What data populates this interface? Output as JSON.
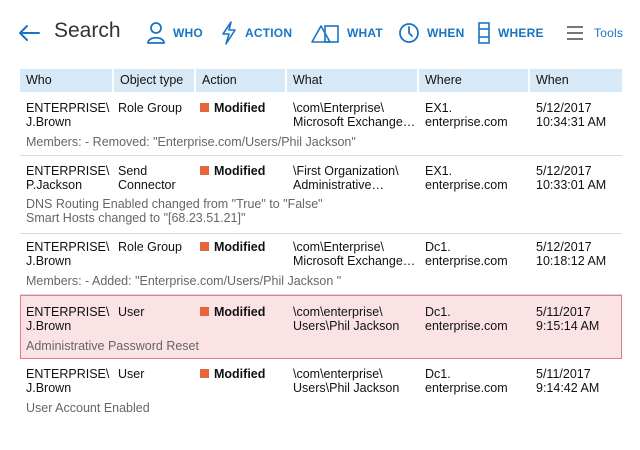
{
  "toolbar": {
    "title": "Search",
    "who": "WHO",
    "action": "ACTION",
    "what": "WHAT",
    "when": "WHEN",
    "where": "WHERE",
    "tools": "Tools"
  },
  "colors": {
    "accent": "#1a74c4",
    "header_bg": "#d7e9f7",
    "modified": "#e8643a",
    "selected_bg": "#fbe2e4",
    "selected_border": "#e57b86"
  },
  "columns": [
    "Who",
    "Object type",
    "Action",
    "What",
    "Where",
    "When"
  ],
  "rows": [
    {
      "who": "ENTERPRISE\\\nJ.Brown",
      "type": "Role Group",
      "action": "Modified",
      "what": "\\com\\Enterprise\\\nMicrosoft Exchange…",
      "where": "EX1.\nenterprise.com",
      "when": "5/12/2017\n10:34:31 AM",
      "detail": "Members: - Removed: \"Enterprise.com/Users/Phil Jackson\""
    },
    {
      "who": "ENTERPRISE\\\nP.Jackson",
      "type": "Send\nConnector",
      "action": "Modified",
      "what": "\\First Organization\\\nAdministrative…",
      "where": "EX1.\nenterprise.com",
      "when": "5/12/2017\n10:33:01 AM",
      "detail": "DNS Routing Enabled changed from \"True\" to \"False\"\nSmart Hosts changed to \"[68.23.51.21]\""
    },
    {
      "who": "ENTERPRISE\\\nJ.Brown",
      "type": "Role Group",
      "action": "Modified",
      "what": "\\com\\Enterprise\\\nMicrosoft Exchange…",
      "where": "Dc1.\nenterprise.com",
      "when": "5/12/2017\n10:18:12 AM",
      "detail": "Members: - Added: \"Enterprise.com/Users/Phil Jackson \""
    },
    {
      "who": "ENTERPRISE\\\nJ.Brown",
      "type": "User",
      "action": "Modified",
      "what": "\\com\\enterprise\\\nUsers\\Phil Jackson",
      "where": "Dc1.\nenterprise.com",
      "when": "5/11/2017\n9:15:14 AM",
      "detail": "Administrative Password Reset"
    },
    {
      "who": "ENTERPRISE\\\nJ.Brown",
      "type": "User",
      "action": "Modified",
      "what": "\\com\\enterprise\\\nUsers\\Phil Jackson",
      "where": "Dc1.\nenterprise.com",
      "when": "5/11/2017\n9:14:42 AM",
      "detail": "User Account Enabled"
    }
  ]
}
